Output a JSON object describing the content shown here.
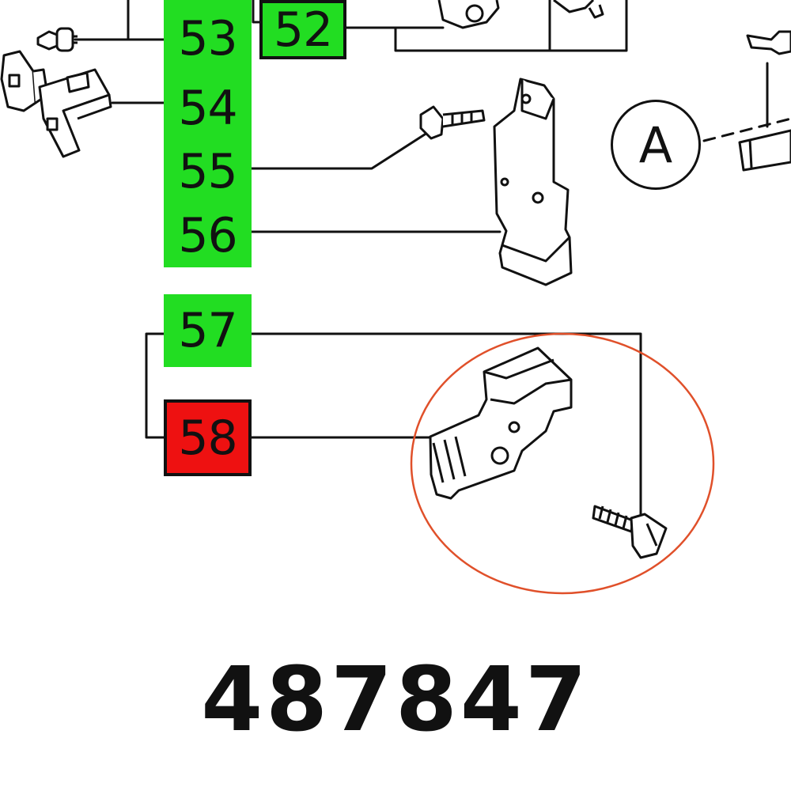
{
  "labels": {
    "l52": "52",
    "l53": "53",
    "l54": "54",
    "l55": "55",
    "l56": "56",
    "l57": "57",
    "l58": "58"
  },
  "callout": "A",
  "part_number": "487847",
  "colors": {
    "available_highlight": "#22dd22",
    "selected_highlight": "#ee1111",
    "selection_ring": "#e0502a",
    "line": "#111111"
  },
  "icons": [
    "screw-icon",
    "bracket-icon",
    "fence-plate-icon",
    "clamp-block-icon",
    "guide-shoe-icon",
    "bolt-icon"
  ]
}
